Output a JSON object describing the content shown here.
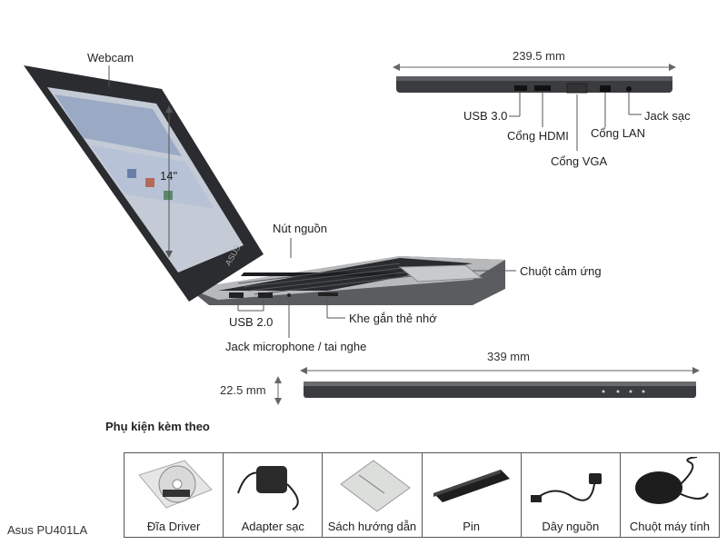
{
  "labels": {
    "webcam": "Webcam",
    "screen_size": "14\"",
    "power_button": "Nút nguồn",
    "touchpad": "Chuột cảm ứng",
    "usb2": "USB 2.0",
    "card_slot": "Khe gắn thẻ nhớ",
    "mic_jack": "Jack microphone / tai nghe",
    "usb3": "USB 3.0",
    "hdmi": "Cổng HDMI",
    "vga": "Cổng VGA",
    "lan": "Cổng LAN",
    "charge_jack": "Jack sạc"
  },
  "dimensions": {
    "depth": "239.5 mm",
    "width": "339 mm",
    "thickness": "22.5 mm"
  },
  "accessories": {
    "title": "Phụ kiện kèm theo",
    "items": [
      "Đĩa Driver",
      "Adapter sạc",
      "Sách hướng dẫn",
      "Pin",
      "Dây nguồn",
      "Chuột máy tính"
    ]
  },
  "model": "Asus PU401LA",
  "brand_mark": "ASUS"
}
